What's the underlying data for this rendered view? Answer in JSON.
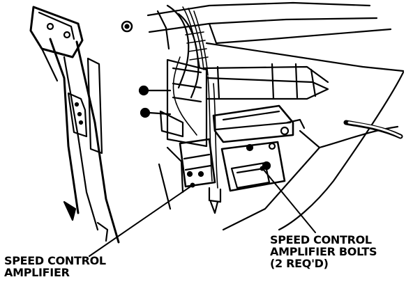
{
  "labels": {
    "amplifier": {
      "line1": "SPEED CONTROL",
      "line2": "AMPLIFIER"
    },
    "bolts": {
      "line1": "SPEED CONTROL",
      "line2": "AMPLIFIER BOLTS",
      "line3": "(2 REQ'D)"
    }
  },
  "colors": {
    "ink": "#000000",
    "paper": "#ffffff"
  }
}
